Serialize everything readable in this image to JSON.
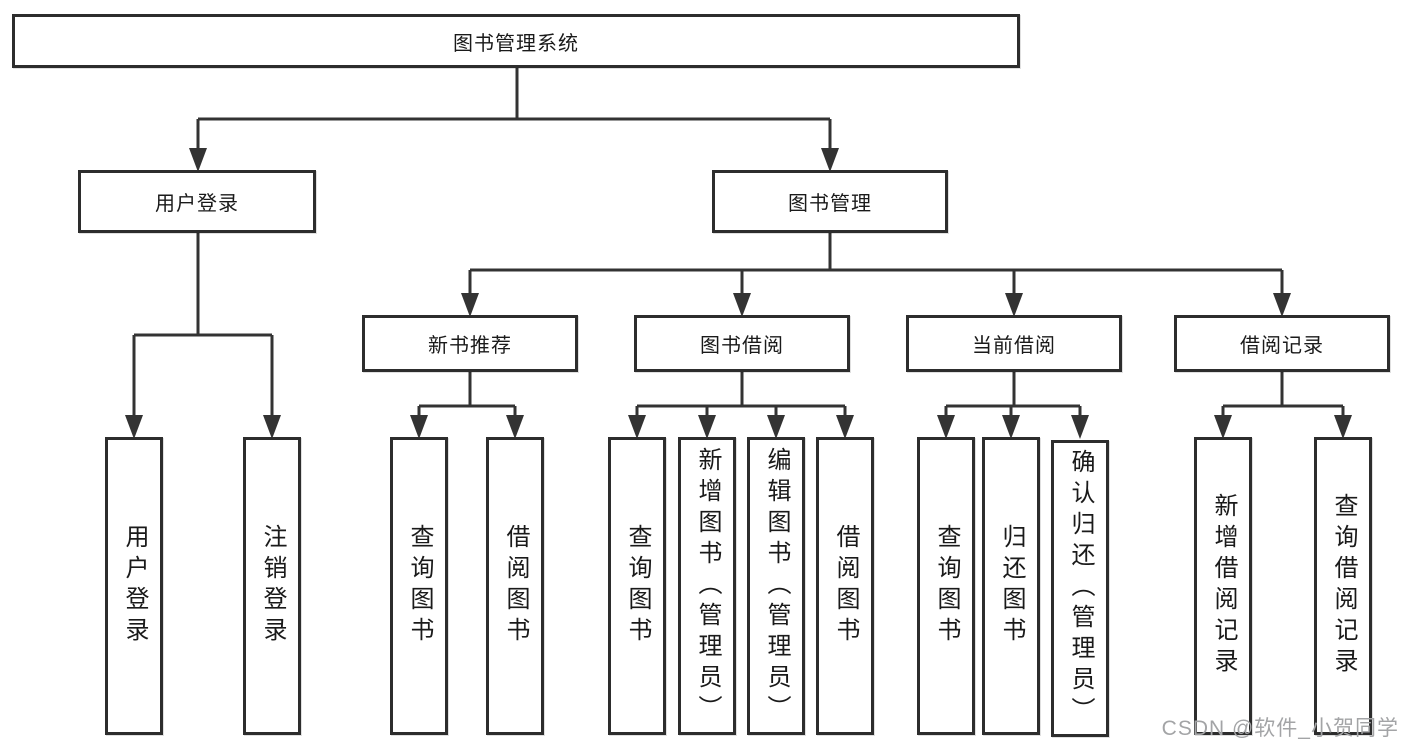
{
  "nodes": {
    "root": {
      "label": "图书管理系统"
    },
    "user_login": {
      "label": "用户登录"
    },
    "book_mgmt": {
      "label": "图书管理"
    },
    "new_book_rec": {
      "label": "新书推荐"
    },
    "book_borrow": {
      "label": "图书借阅"
    },
    "current_borrow": {
      "label": "当前借阅"
    },
    "borrow_record": {
      "label": "借阅记录"
    },
    "ul_user_login": {
      "label": "用户登录"
    },
    "ul_logout": {
      "label": "注销登录"
    },
    "nb_query_book": {
      "label": "查询图书"
    },
    "nb_borrow_book": {
      "label": "借阅图书"
    },
    "bb_query_book": {
      "label": "查询图书"
    },
    "bb_add_book": {
      "label": "新增图书（管理员）"
    },
    "bb_edit_book": {
      "label": "编辑图书（管理员）"
    },
    "bb_borrow_book": {
      "label": "借阅图书"
    },
    "cb_query_book": {
      "label": "查询图书"
    },
    "cb_return_book": {
      "label": "归还图书"
    },
    "cb_confirm_return": {
      "label": "确认归还（管理员）"
    },
    "br_add_record": {
      "label": "新增借阅记录"
    },
    "br_query_record": {
      "label": "查询借阅记录"
    }
  },
  "watermark": "CSDN @软件_小贺同学",
  "colors": {
    "line": "#333333",
    "border": "#2d2d2d",
    "text": "#1a1a1a",
    "watermark": "#a3a4a6",
    "background": "#ffffff"
  }
}
